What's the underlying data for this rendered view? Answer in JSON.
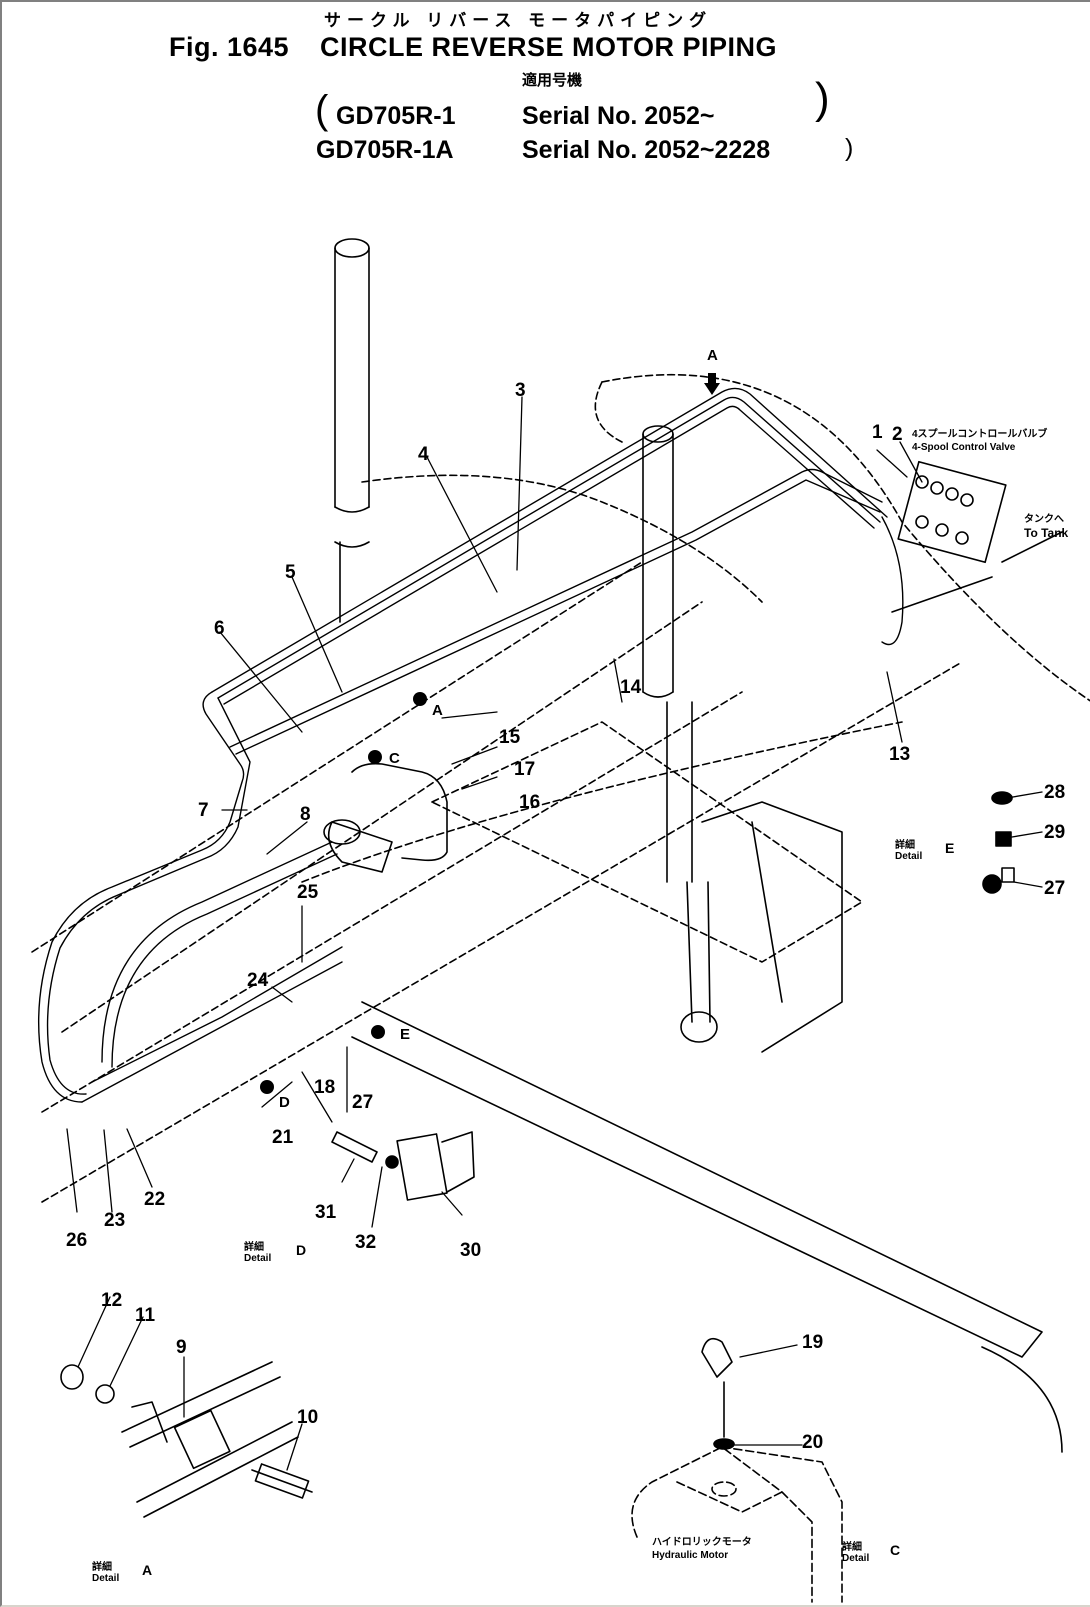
{
  "header": {
    "japanese_title": "サークル リバース モータパイピング",
    "figure_number": "Fig. 1645",
    "title": "CIRCLE REVERSE MOTOR PIPING",
    "applicable_jp": "適用号機",
    "applicability": [
      {
        "model": "GD705R-1",
        "serial": "Serial No. 2052~"
      },
      {
        "model": "GD705R-1A",
        "serial": "Serial No. 2052~2228"
      }
    ]
  },
  "annotations": {
    "control_valve_jp": "4スプールコントロールバルブ",
    "control_valve_en": "4-Spool Control Valve",
    "to_tank_jp": "タンクへ",
    "to_tank_en": "To Tank",
    "hydraulic_motor_jp": "ハイドロリックモータ",
    "hydraulic_motor_en": "Hydraulic Motor",
    "view_markers": [
      "A",
      "A",
      "C",
      "E",
      "D"
    ]
  },
  "details": [
    {
      "jp": "詳細",
      "en": "Detail",
      "letter": "A"
    },
    {
      "jp": "詳細",
      "en": "Detail",
      "letter": "D"
    },
    {
      "jp": "詳細",
      "en": "Detail",
      "letter": "E"
    },
    {
      "jp": "詳細",
      "en": "Detail",
      "letter": "C"
    }
  ],
  "part_labels": [
    "1",
    "2",
    "3",
    "4",
    "5",
    "6",
    "7",
    "8",
    "9",
    "10",
    "11",
    "12",
    "13",
    "14",
    "15",
    "16",
    "17",
    "18",
    "19",
    "20",
    "21",
    "22",
    "23",
    "24",
    "25",
    "26",
    "27",
    "27",
    "28",
    "29",
    "30",
    "31",
    "32"
  ],
  "colors": {
    "ink": "#000000",
    "paper": "#ffffff"
  }
}
